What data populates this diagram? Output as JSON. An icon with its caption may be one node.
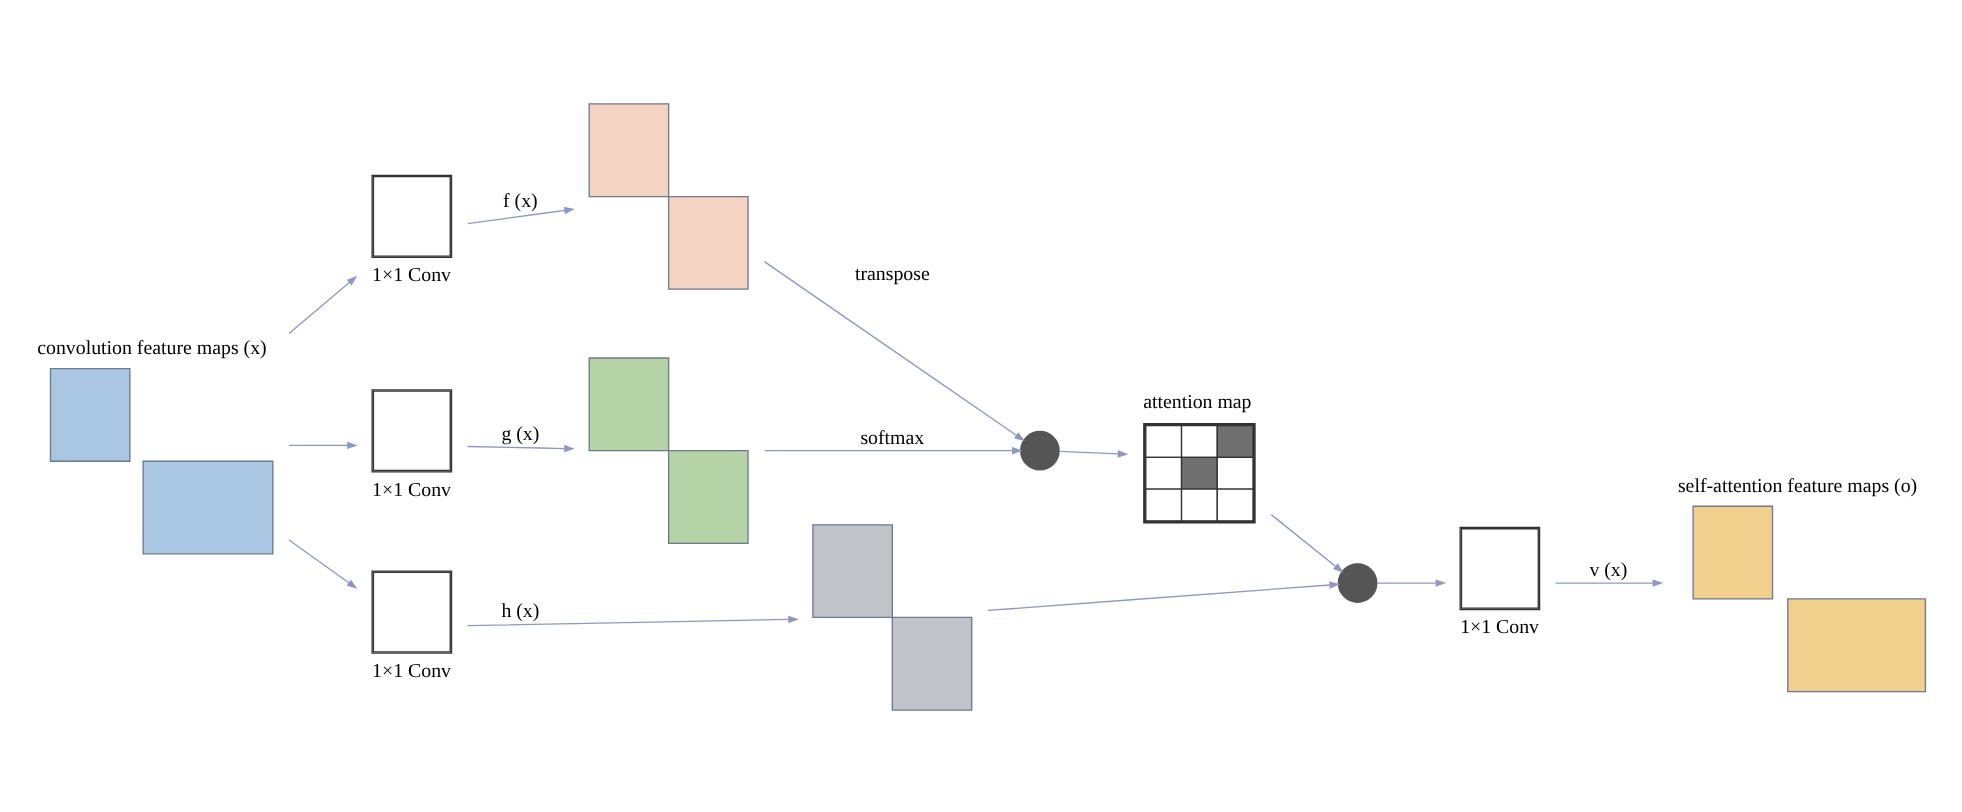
{
  "diagram": {
    "nodes": [
      {
        "text": [
          "convolution feature maps (x)"
        ]
      },
      {
        "text": [],
        "shape": "box",
        "beside": [
          "1×1 Conv"
        ]
      },
      {
        "text": [],
        "shape": "box",
        "beside": [
          "1×1 Conv"
        ]
      },
      {
        "text": [],
        "shape": "box",
        "beside": [
          "1×1 Conv"
        ]
      },
      {
        "text": [],
        "shape": "box"
      },
      {
        "text": [],
        "shape": "box"
      },
      {
        "text": [],
        "shape": "box"
      },
      {
        "text": [],
        "shape": "circle"
      },
      {
        "text": [
          "attention map"
        ]
      },
      {
        "text": [],
        "shape": "circle"
      },
      {
        "text": [],
        "shape": "box",
        "beside": [
          "1×1 Conv"
        ]
      },
      {
        "text": [
          "self-attention feature maps (o)"
        ]
      }
    ],
    "edges": [
      {
        "from": 0,
        "to": 1,
        "arrow": "to"
      },
      {
        "from": 0,
        "to": 2,
        "arrow": "to"
      },
      {
        "from": 0,
        "to": 3,
        "arrow": "to"
      },
      {
        "from": 1,
        "to": 4,
        "arrow": "to",
        "label": "f (x)"
      },
      {
        "from": 2,
        "to": 5,
        "arrow": "to",
        "label": "g (x)"
      },
      {
        "from": 3,
        "to": 6,
        "arrow": "to",
        "label": "h (x)"
      },
      {
        "from": 4,
        "to": 7,
        "arrow": "to",
        "label": "transpose"
      },
      {
        "from": 5,
        "to": 7,
        "arrow": "to",
        "label": "softmax"
      },
      {
        "from": 7,
        "to": 8,
        "arrow": "to"
      },
      {
        "from": 8,
        "to": 9,
        "arrow": "to"
      },
      {
        "from": 6,
        "to": 9,
        "arrow": "to"
      },
      {
        "from": 9,
        "to": 10,
        "arrow": "to"
      },
      {
        "from": 10,
        "to": 11,
        "arrow": "to",
        "label": "v (x)"
      }
    ]
  }
}
